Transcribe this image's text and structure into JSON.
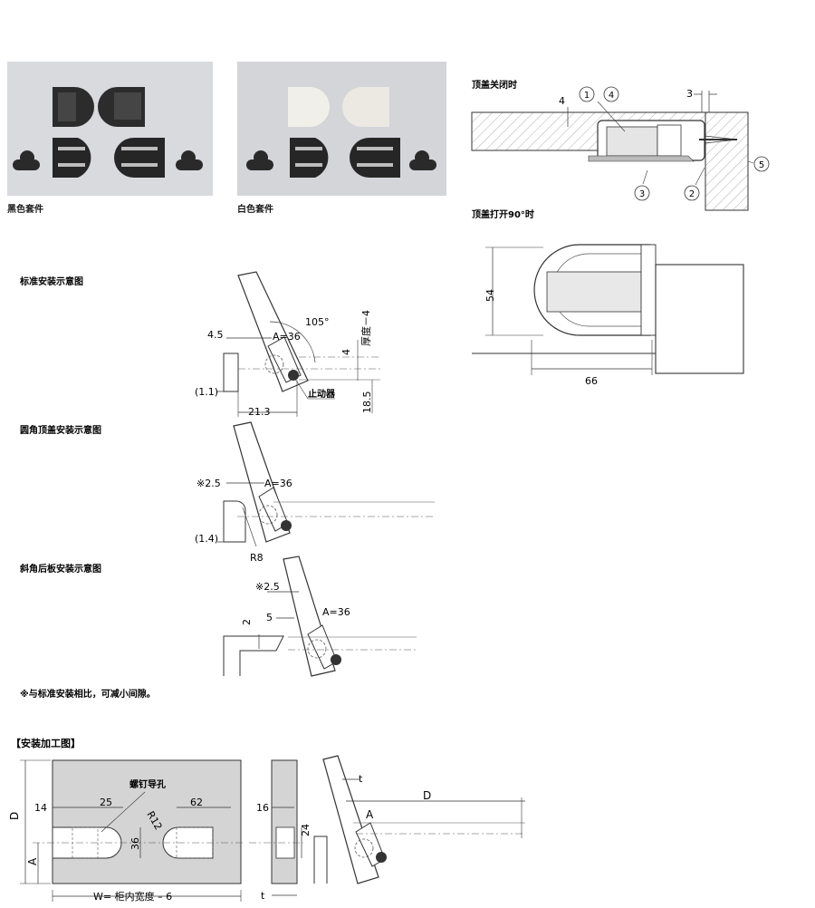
{
  "photos": {
    "black_caption": "黑色套件",
    "white_caption": "白色套件"
  },
  "closed_view": {
    "title": "顶盖关闭时",
    "dim_4": "4",
    "dim_3": "3",
    "callouts": [
      "1",
      "4",
      "3",
      "2",
      "5"
    ]
  },
  "open_view": {
    "title": "顶盖打开90°时",
    "dim_54": "54",
    "dim_66": "66"
  },
  "standard": {
    "title": "标准安装示意图",
    "dim_4_5": "4.5",
    "dim_A": "A=36",
    "angle": "105°",
    "thickness": "厚度－4",
    "dim_4": "4",
    "dim_1_1": "(1.1)",
    "dim_21_3": "21.3",
    "dim_18_5": "18.5",
    "stopper": "止动器"
  },
  "round": {
    "title": "圆角顶盖安装示意图",
    "dim_2_5": "※2.5",
    "dim_A": "A=36",
    "dim_1_4": "(1.4)",
    "dim_R8": "R8"
  },
  "bevel": {
    "title": "斜角后板安装示意图",
    "dim_2_5": "※2.5",
    "dim_5": "5",
    "dim_2": "2",
    "dim_A": "A=36"
  },
  "note": "※与标准安装相比，可减小间隙。",
  "machining": {
    "title": "【安装加工图】",
    "screw_hole": "螺钉导孔",
    "dim_D": "D",
    "dim_A": "A",
    "dim_14": "14",
    "dim_25": "25",
    "dim_R12": "R12",
    "dim_62": "62",
    "dim_36": "36",
    "dim_16": "16",
    "dim_24": "24",
    "dim_t": "t",
    "width_label": "W= 柜内宽度 – 6"
  }
}
